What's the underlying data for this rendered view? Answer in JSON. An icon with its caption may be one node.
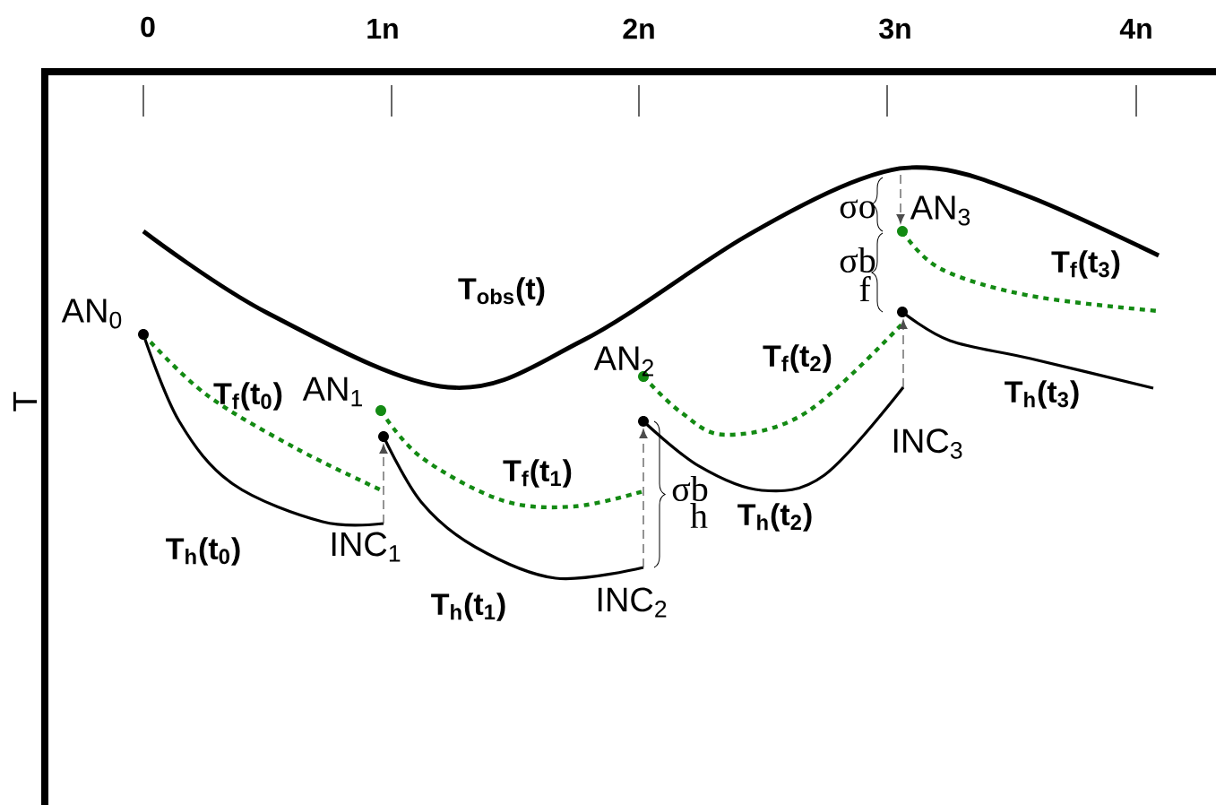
{
  "diagram": {
    "labels": [
      "0",
      "1n",
      "2n",
      "3n",
      "4n",
      "σo",
      "AN$_{3}$",
      "σb",
      "T$_{f}$(t$_{3}$)",
      "T$_{obs}$(t)",
      "f",
      "AN$_{0}$",
      "AN$_{2}$",
      "T$_{f}$(t$_{2}$)",
      "T$_{f}$(t$_{0}$)",
      "AN$_{1}$",
      "T$_{h}$(t$_{3}$)",
      "T",
      "INC$_{3}$",
      "T$_{f}$(t$_{1}$)",
      "σb",
      "h",
      "T$_{h}$(t$_{2}$)",
      "T$_{h}$(t$_{0}$)",
      "INC$_{1}$",
      "T$_{h}$(t$_{1}$)",
      "INC$_{2}$"
    ]
  }
}
